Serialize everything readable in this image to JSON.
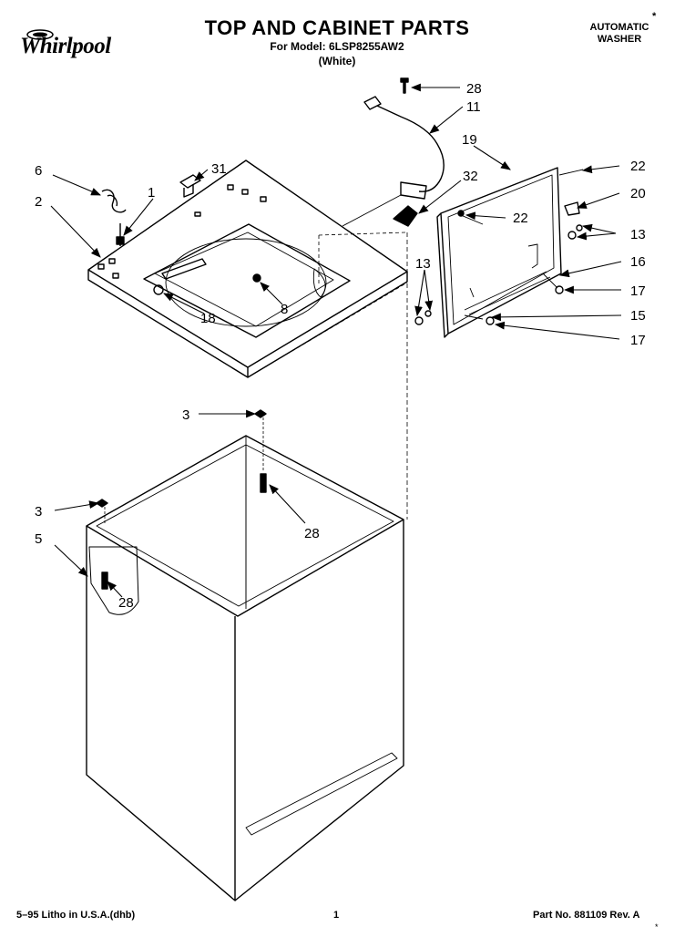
{
  "header": {
    "brand": "Whirlpool",
    "title": "TOP AND CABINET PARTS",
    "model_line": "For Model: 6LSP8255AW2",
    "model_color": "(White)",
    "product_line1": "AUTOMATIC",
    "product_line2": "WASHER",
    "corner_mark": "*"
  },
  "callouts": {
    "c6": "6",
    "c2": "2",
    "c1": "1",
    "c31": "31",
    "c28_top": "28",
    "c11": "11",
    "c19": "19",
    "c32": "32",
    "c22_a": "22",
    "c22_b": "22",
    "c20": "20",
    "c13_a": "13",
    "c13_b": "13",
    "c16": "16",
    "c17_a": "17",
    "c15": "15",
    "c17_b": "17",
    "c8": "8",
    "c18": "18",
    "c3_a": "3",
    "c3_b": "3",
    "c28_mid": "28",
    "c5": "5",
    "c28_low": "28"
  },
  "footer": {
    "left": "5–95 Litho in U.S.A.(dhb)",
    "page": "1",
    "right": "Part No. 881109 Rev. A",
    "mark": "*"
  }
}
